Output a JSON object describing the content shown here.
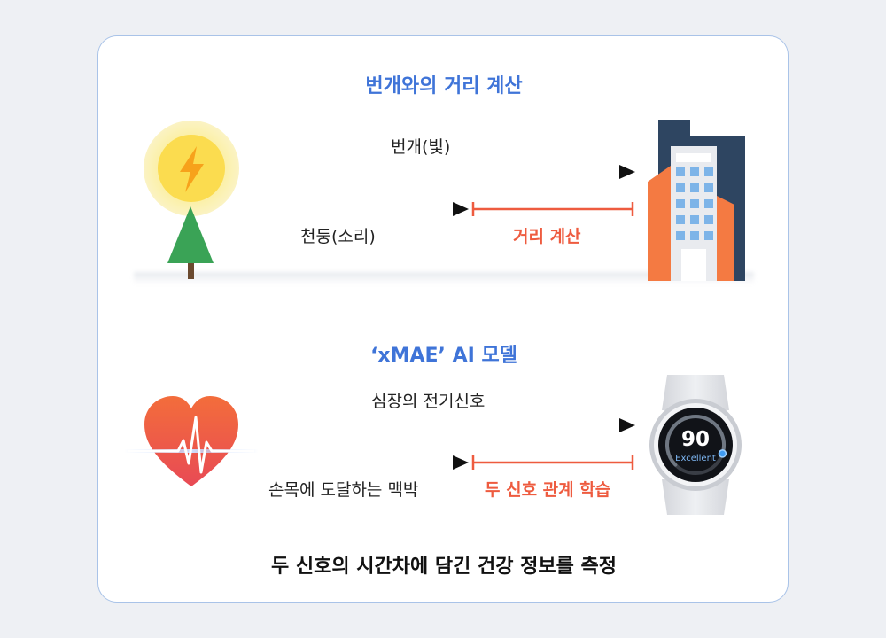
{
  "top_section": {
    "title": "번개와의 거리 계산",
    "light_label": "번개(빛)",
    "sound_label": "천둥(소리)",
    "calc_label": "거리 계산"
  },
  "bottom_section": {
    "title": "‘xMAE’ AI 모델",
    "signal_label": "심장의 전기신호",
    "pulse_label": "손목에 도달하는 맥박",
    "learn_label": "두 신호 관계 학습"
  },
  "watch": {
    "score": "90",
    "status": "Excellent",
    "score_fraction": 0.9
  },
  "footer_text": "두 신호의 시간차에 담긴 건강 정보를 측정",
  "colors": {
    "title_blue": "#3f74d8",
    "accent_red": "#ee5b3f",
    "arrow_black": "#111111",
    "building_orange": "#f47a42",
    "building_navy": "#2e4561",
    "tree_green": "#3aa356",
    "sun_yellow": "#fbe47a"
  }
}
